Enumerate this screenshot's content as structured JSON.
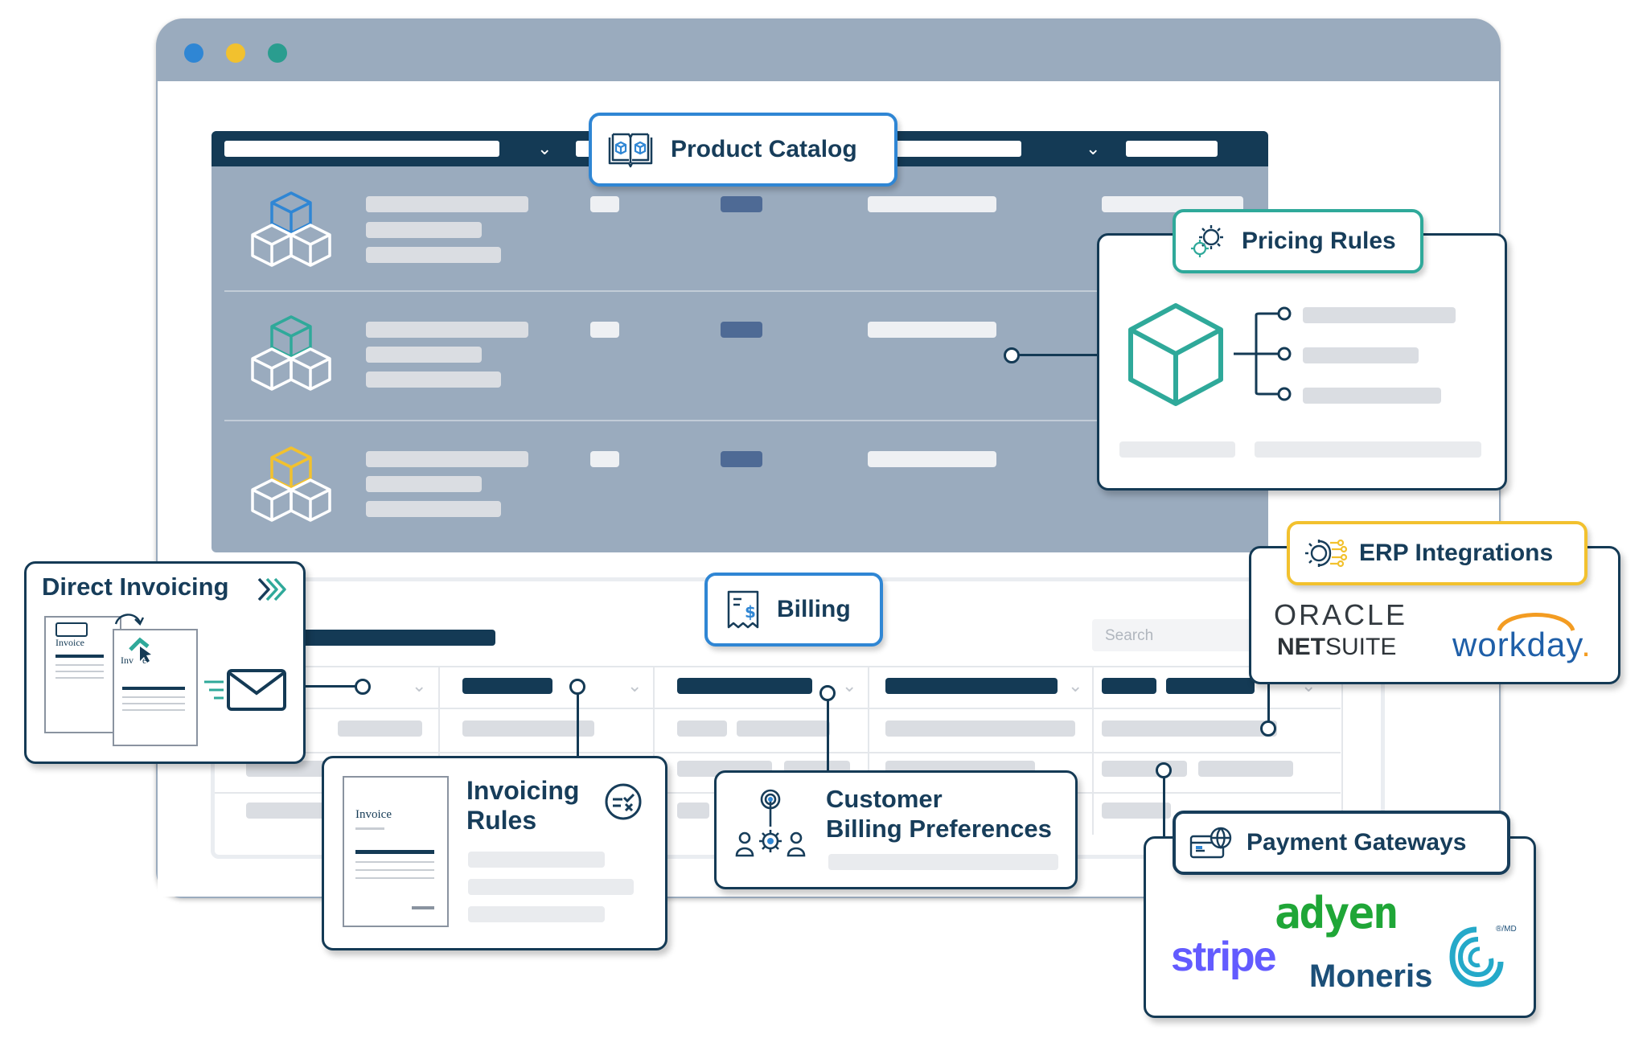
{
  "window": {
    "controls": [
      {
        "name": "close",
        "color": "#2f86d4"
      },
      {
        "name": "minimize",
        "color": "#f2c12e"
      },
      {
        "name": "maximize",
        "color": "#2a9d8f"
      }
    ]
  },
  "catalog": {
    "rows": [
      {
        "icon": "blue-cube-stack-icon",
        "accent": "#2f86d4"
      },
      {
        "icon": "teal-cube-stack-icon",
        "accent": "#2fa99a"
      },
      {
        "icon": "yellow-cube-stack-icon",
        "accent": "#f2c12e"
      }
    ]
  },
  "billing_table": {
    "search_placeholder": "Search"
  },
  "callouts": {
    "product_catalog": {
      "label": "Product Catalog",
      "icon": "open-book-cubes-icon",
      "accent": "#2f86d4"
    },
    "pricing_rules": {
      "label": "Pricing Rules",
      "icon": "gear-dollar-icon",
      "accent": "#2fa99a"
    },
    "billing": {
      "label": "Billing",
      "icon": "receipt-dollar-icon",
      "accent": "#2f86d4"
    },
    "erp_integrations": {
      "label": "ERP Integrations",
      "icon": "gear-circuit-icon",
      "accent": "#f2c12e",
      "logos": {
        "oracle": "ORACLE",
        "netsuite_net": "NET",
        "netsuite_suite": "SUITE",
        "workday": "workday",
        "workday_mark": "."
      }
    },
    "direct_invoicing": {
      "title": "Direct Invoicing",
      "icon": "double-chevron-icon",
      "doc1": "Invoice",
      "doc2_a": "Inv",
      "doc2_b": "e"
    },
    "invoicing_rules": {
      "title_line1": "Invoicing",
      "title_line2": "Rules",
      "doc": "Invoice",
      "icon": "check-x-circle-icon"
    },
    "customer_billing_preferences": {
      "title_line1": "Customer",
      "title_line2": "Billing Preferences",
      "icon": "users-gear-target-icon"
    },
    "payment_gateways": {
      "label": "Payment Gateways",
      "icon": "card-globe-icon",
      "logos": {
        "adyen": "adyen",
        "stripe": "stripe",
        "moneris": "Moneris",
        "moneris_mark": "®/MD"
      }
    }
  }
}
